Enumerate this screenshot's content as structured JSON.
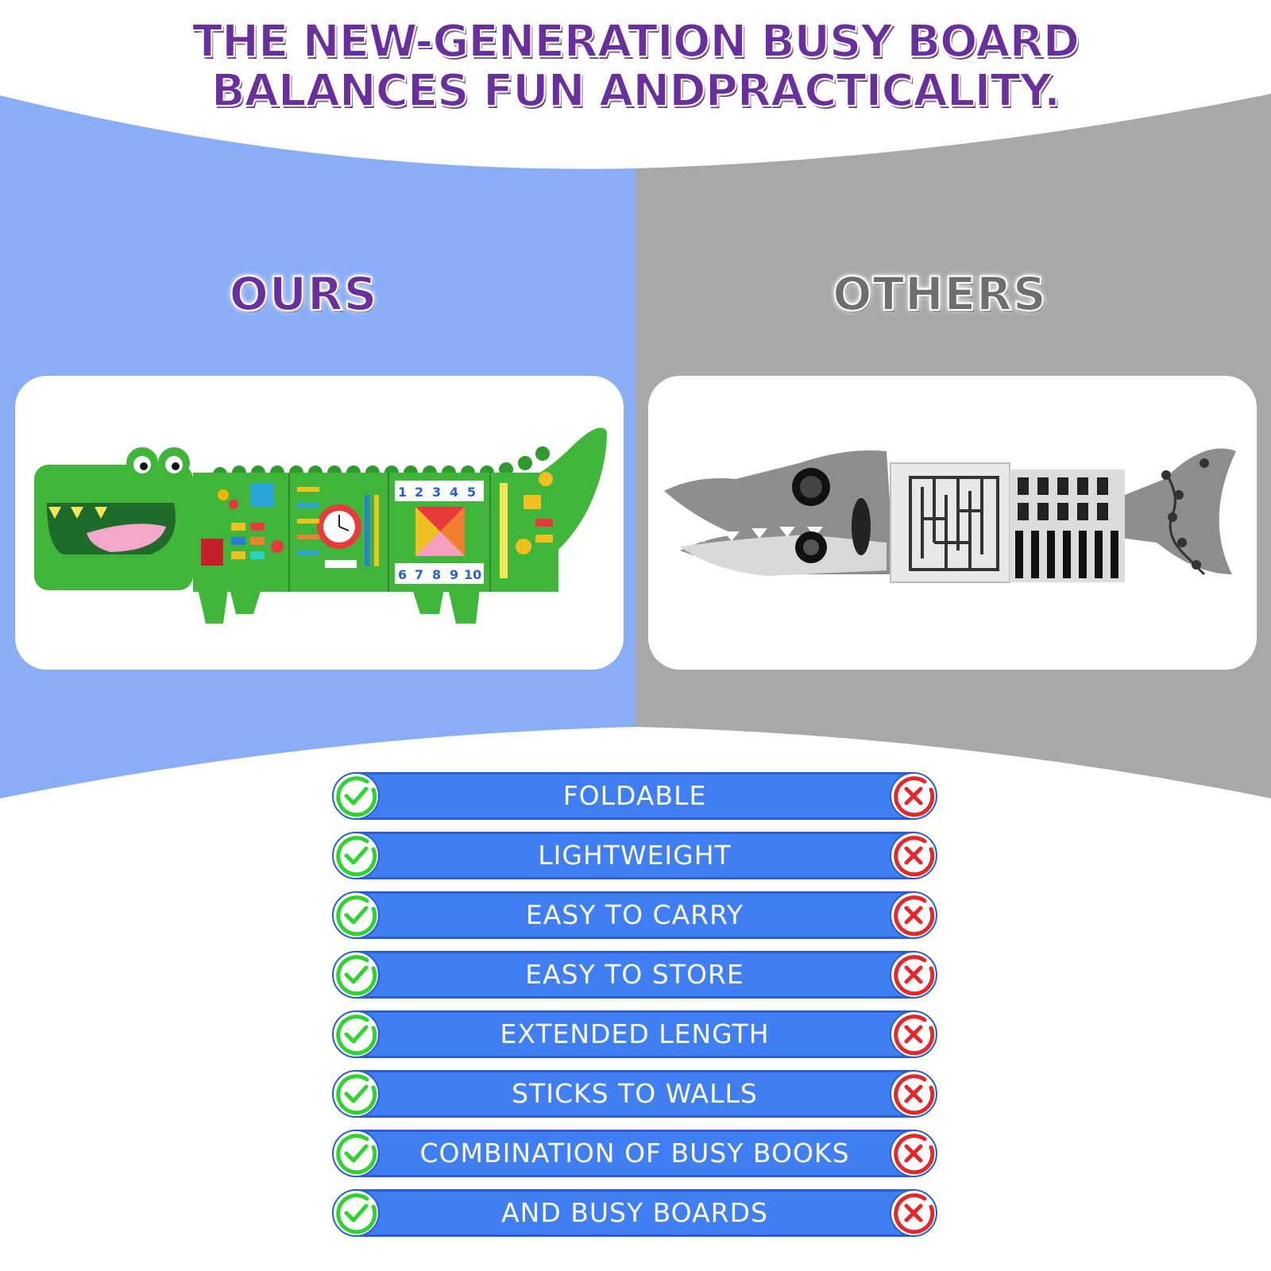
{
  "headline": {
    "line1": "THE NEW-GENERATION BUSY BOARD",
    "line2": "BALANCES FUN ANDPRACTICALITY."
  },
  "labels": {
    "ours": "OURS",
    "others": "OTHERS"
  },
  "colors": {
    "ours_panel": "#8aadf7",
    "others_panel": "#a8a8a8",
    "headline": "#6a2f9e",
    "row_bar": "#3f7ef3",
    "check": "#2fd32f",
    "cross": "#e5262b"
  },
  "features": [
    {
      "label": "FOLDABLE"
    },
    {
      "label": "LIGHTWEIGHT"
    },
    {
      "label": "EASY TO CARRY"
    },
    {
      "label": "EASY TO STORE"
    },
    {
      "label": "EXTENDED LENGTH"
    },
    {
      "label": "STICKS TO WALLS"
    },
    {
      "label": "COMBINATION OF BUSY BOOKS"
    },
    {
      "label": "AND BUSY BOARDS"
    }
  ],
  "icons": {
    "ours_mark": "check-icon",
    "others_mark": "cross-icon"
  }
}
